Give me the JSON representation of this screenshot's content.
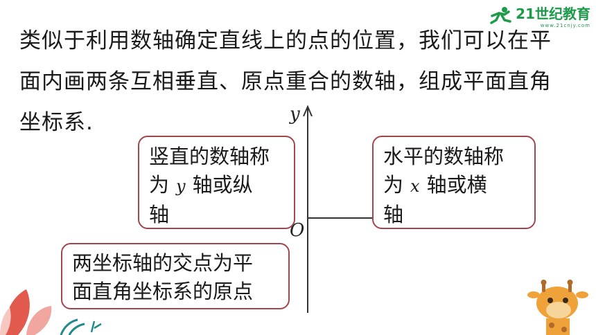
{
  "brand": {
    "logo_text": "21世纪教育",
    "logo_url_text": "www.21cnjy.com"
  },
  "paragraph": {
    "line1": "类似于利用数轴确定直线上的点的位置，我们可以在平",
    "line2": "面内画两条互相垂直、原点重合的数轴，组成平面直角",
    "line3": "坐标系."
  },
  "axes": {
    "y_label": "y",
    "origin_label": "O"
  },
  "callouts": {
    "vertical": {
      "line1": "竖直的数轴称",
      "line2_pre": "为",
      "var": "y",
      "line2_post": "轴或纵",
      "line3": "轴"
    },
    "horizontal": {
      "line1": "水平的数轴称",
      "line2_pre": "为",
      "var": "x",
      "line2_post": "轴或横",
      "line3": "轴"
    },
    "origin": {
      "line1": "两坐标轴的交点为平",
      "line2": "面直角坐标系的原点"
    }
  },
  "colors": {
    "callout_border": "#a0464c",
    "logo_green": "#1d9a4a",
    "leaf_red": "#e25a4e",
    "leaf_pink": "#f2a6a0",
    "leaf_teal": "#1f8a8a",
    "giraffe_orange": "#f0a23a"
  },
  "icons": [
    "runner-logo-icon",
    "leaf-decoration-icon",
    "giraffe-mascot-icon"
  ]
}
